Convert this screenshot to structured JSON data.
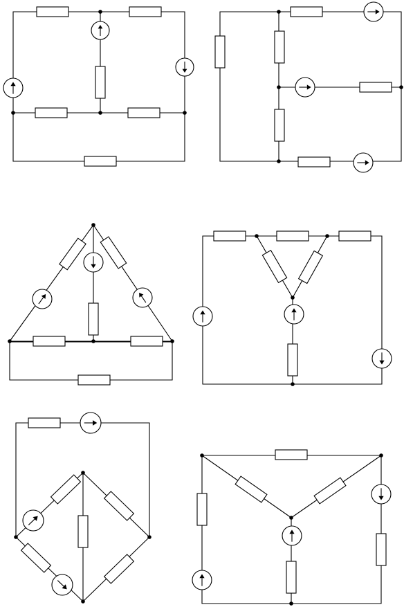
{
  "figure": {
    "panel_count": 6,
    "element_kinds": [
      "resistor",
      "current-source",
      "node"
    ]
  }
}
